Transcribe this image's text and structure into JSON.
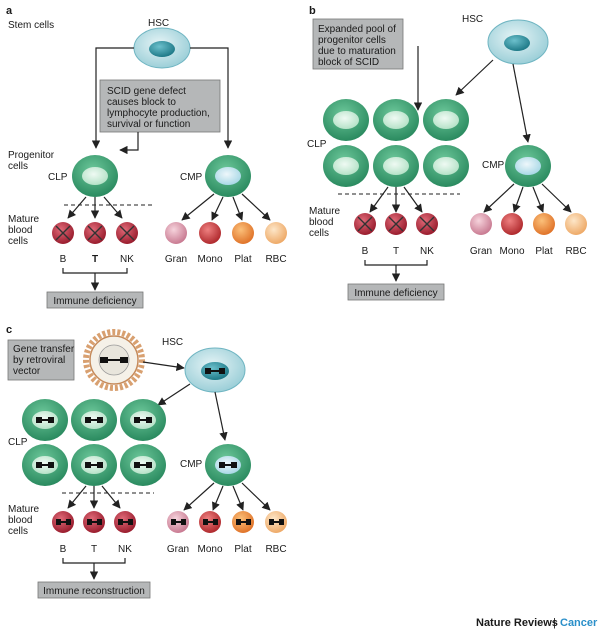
{
  "colors": {
    "hsc_outer": "#cfe7ec",
    "hsc_inner": "#2f8f9e",
    "cell_green": "#3aa779",
    "cell_green_light": "#c8ead7",
    "mature_red": "#b8283a",
    "gran": "#e3a3b3",
    "mono": "#c9383a",
    "plat": "#ee8e3a",
    "rbc": "#f6c28a",
    "gray_box": "#b5b7b8",
    "accent": "#2a8fc9"
  },
  "panel_a": {
    "letter": "a",
    "stem_cells": "Stem cells",
    "hsc": "HSC",
    "box_lines": [
      "SCID gene defect",
      "causes block to",
      "lymphocyte production,",
      "survival or function"
    ],
    "progenitor_line1": "Progenitor",
    "progenitor_line2": "cells",
    "clp": "CLP",
    "cmp": "CMP",
    "mature_line1": "Mature",
    "mature_line2": "blood",
    "mature_line3": "cells",
    "lymph": [
      "B",
      "T",
      "NK"
    ],
    "myeloid": [
      "Gran",
      "Mono",
      "Plat",
      "RBC"
    ],
    "outcome": "Immune deficiency"
  },
  "panel_b": {
    "letter": "b",
    "box_lines": [
      "Expanded pool of",
      "progenitor cells",
      "due to maturation",
      "block of SCID"
    ],
    "hsc": "HSC",
    "clp": "CLP",
    "cmp": "CMP",
    "mature_line1": "Mature",
    "mature_line2": "blood",
    "mature_line3": "cells",
    "lymph": [
      "B",
      "T",
      "NK"
    ],
    "myeloid": [
      "Gran",
      "Mono",
      "Plat",
      "RBC"
    ],
    "outcome": "Immune deficiency"
  },
  "panel_c": {
    "letter": "c",
    "box_lines": [
      "Gene transfer",
      "by retroviral",
      "vector"
    ],
    "hsc": "HSC",
    "clp": "CLP",
    "cmp": "CMP",
    "mature_line1": "Mature",
    "mature_line2": "blood",
    "mature_line3": "cells",
    "lymph": [
      "B",
      "T",
      "NK"
    ],
    "myeloid": [
      "Gran",
      "Mono",
      "Plat",
      "RBC"
    ],
    "outcome": "Immune reconstruction"
  },
  "footer": {
    "journal": "Nature Reviews",
    "separator": "|",
    "section": "Cancer"
  }
}
